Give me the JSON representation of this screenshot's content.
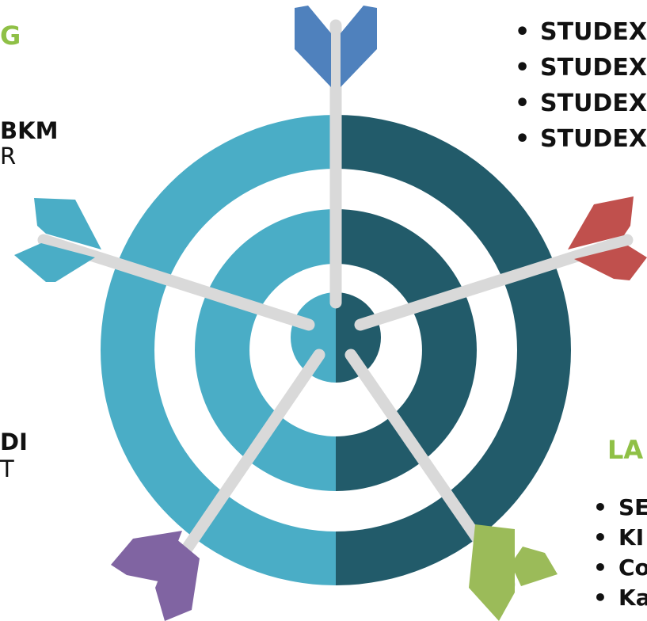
{
  "colors": {
    "target_light": "#4aadc6",
    "target_dark": "#225b6a",
    "shaft": "#d9d9d9",
    "arrow_top": "#4f81bd",
    "arrow_left": "#4aadc6",
    "arrow_right": "#c0504d",
    "arrow_bottom_left": "#8064a2",
    "arrow_bottom_right": "#9bbb59",
    "heading_green": "#8fc046",
    "heading_teal": "#4aadc6"
  },
  "left_panel": {
    "header_fragment": "G",
    "line_1": "BKM",
    "line_2": "R",
    "line_3": "DI",
    "line_4": "T"
  },
  "top_right_list": {
    "items": [
      "STUDEX",
      "STUDEX",
      "STUDEX",
      "STUDEX"
    ]
  },
  "bottom_right": {
    "header": "LA",
    "items": [
      "SE",
      "KI",
      "Co",
      "Ka"
    ]
  },
  "icons": [
    "target-icon",
    "arrow-icon"
  ]
}
